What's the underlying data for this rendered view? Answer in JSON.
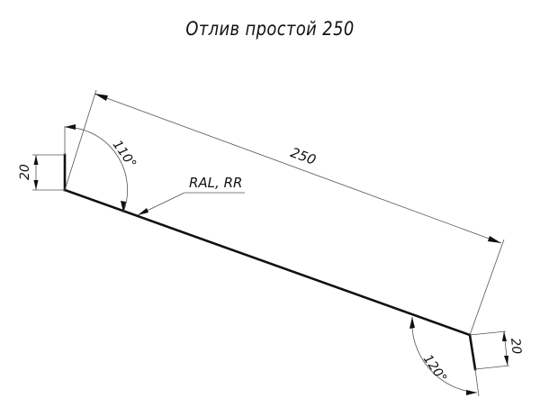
{
  "title": "Отлив простой 250",
  "dimensions": {
    "main_length": "250",
    "left_flange": "20",
    "right_flange": "20",
    "left_angle": "110°",
    "right_angle": "120°"
  },
  "callout": {
    "coating": "RAL, RR"
  },
  "colors": {
    "line": "#111111",
    "dimension_line": "#555555",
    "background": "#ffffff"
  }
}
